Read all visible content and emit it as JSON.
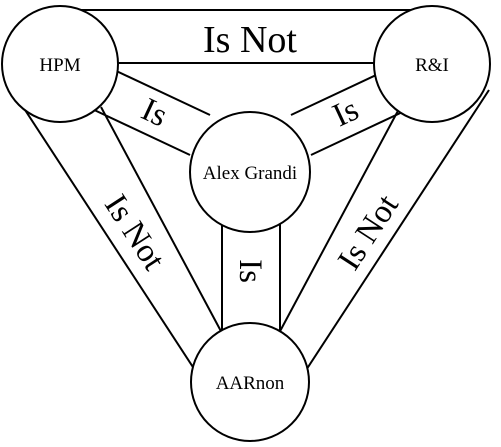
{
  "nodes": {
    "hpm": "HPM",
    "ri": "R&I",
    "center": "Alex Grandi",
    "aarnon": "AARnon"
  },
  "edges": {
    "hpm_ri": "Is Not",
    "hpm_center": "Is",
    "ri_center": "Is",
    "center_aarnon": "Is",
    "hpm_aarnon": "Is Not",
    "ri_aarnon": "Is Not"
  },
  "colors": {
    "stroke": "#000000",
    "background": "#ffffff"
  }
}
